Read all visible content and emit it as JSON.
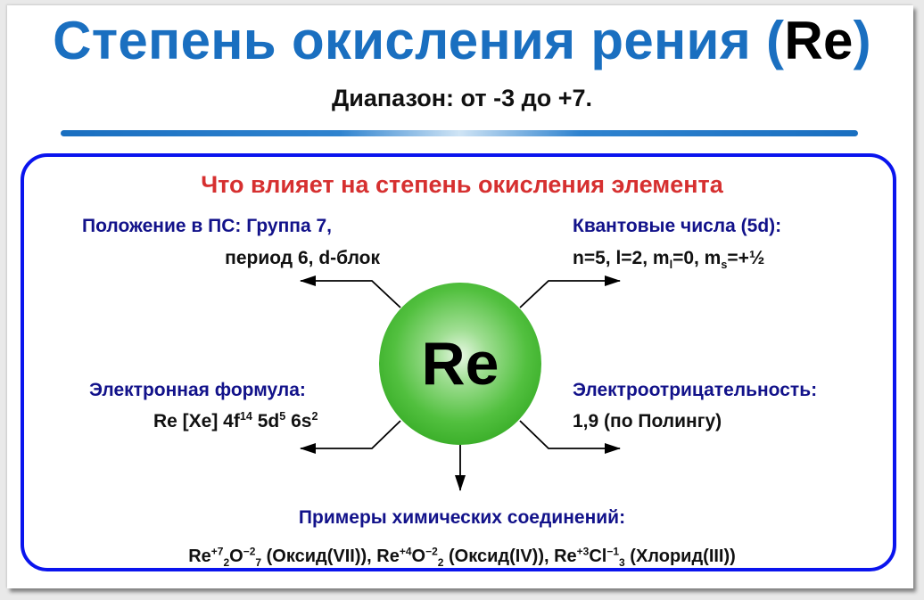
{
  "header": {
    "title_main": "Степень окисления рения ",
    "title_paren_open": "(",
    "title_symbol": "Re",
    "title_paren_close": ")",
    "subtitle": "Диапазон: от -3 до +7."
  },
  "box": {
    "heading": "Что влияет на степень окисления элемента",
    "center_symbol": "Re",
    "top_left": {
      "title": "Положение в ПС: Группа 7,",
      "value": "период 6, d-блок"
    },
    "top_right": {
      "title": "Квантовые числа (5d):",
      "value_parts": [
        "n=5, l=2, m",
        "l",
        "=0, m",
        "s",
        "=+½"
      ]
    },
    "bottom_left": {
      "title": "Электронная формула:",
      "value_parts": [
        "Re [Xe] 4f",
        "14",
        " 5d",
        "5",
        " 6s",
        "2"
      ]
    },
    "bottom_right": {
      "title": "Электроотрицательность:",
      "value": "1,9 (по Полингу)"
    },
    "bottom": {
      "title": "Примеры химических соединений:",
      "compounds": [
        {
          "el1": "Re",
          "ox1": "+7",
          "n1": "2",
          "el2": "O",
          "ox2": "−2",
          "n2": "7",
          "name": " (Оксид(VII)), "
        },
        {
          "el1": "Re",
          "ox1": "+4",
          "n1": "",
          "el2": "O",
          "ox2": "−2",
          "n2": "2",
          "name": " (Оксид(IV)), "
        },
        {
          "el1": "Re",
          "ox1": "+3",
          "n1": "",
          "el2": "Cl",
          "ox2": "−1",
          "n2": "3",
          "name": " (Хлорид(III))"
        }
      ]
    }
  },
  "colors": {
    "title_blue": "#1a6fc0",
    "heading_red": "#d63030",
    "label_navy": "#12128a",
    "box_border": "#0a14ee",
    "circle_green": "#3cb02b"
  }
}
